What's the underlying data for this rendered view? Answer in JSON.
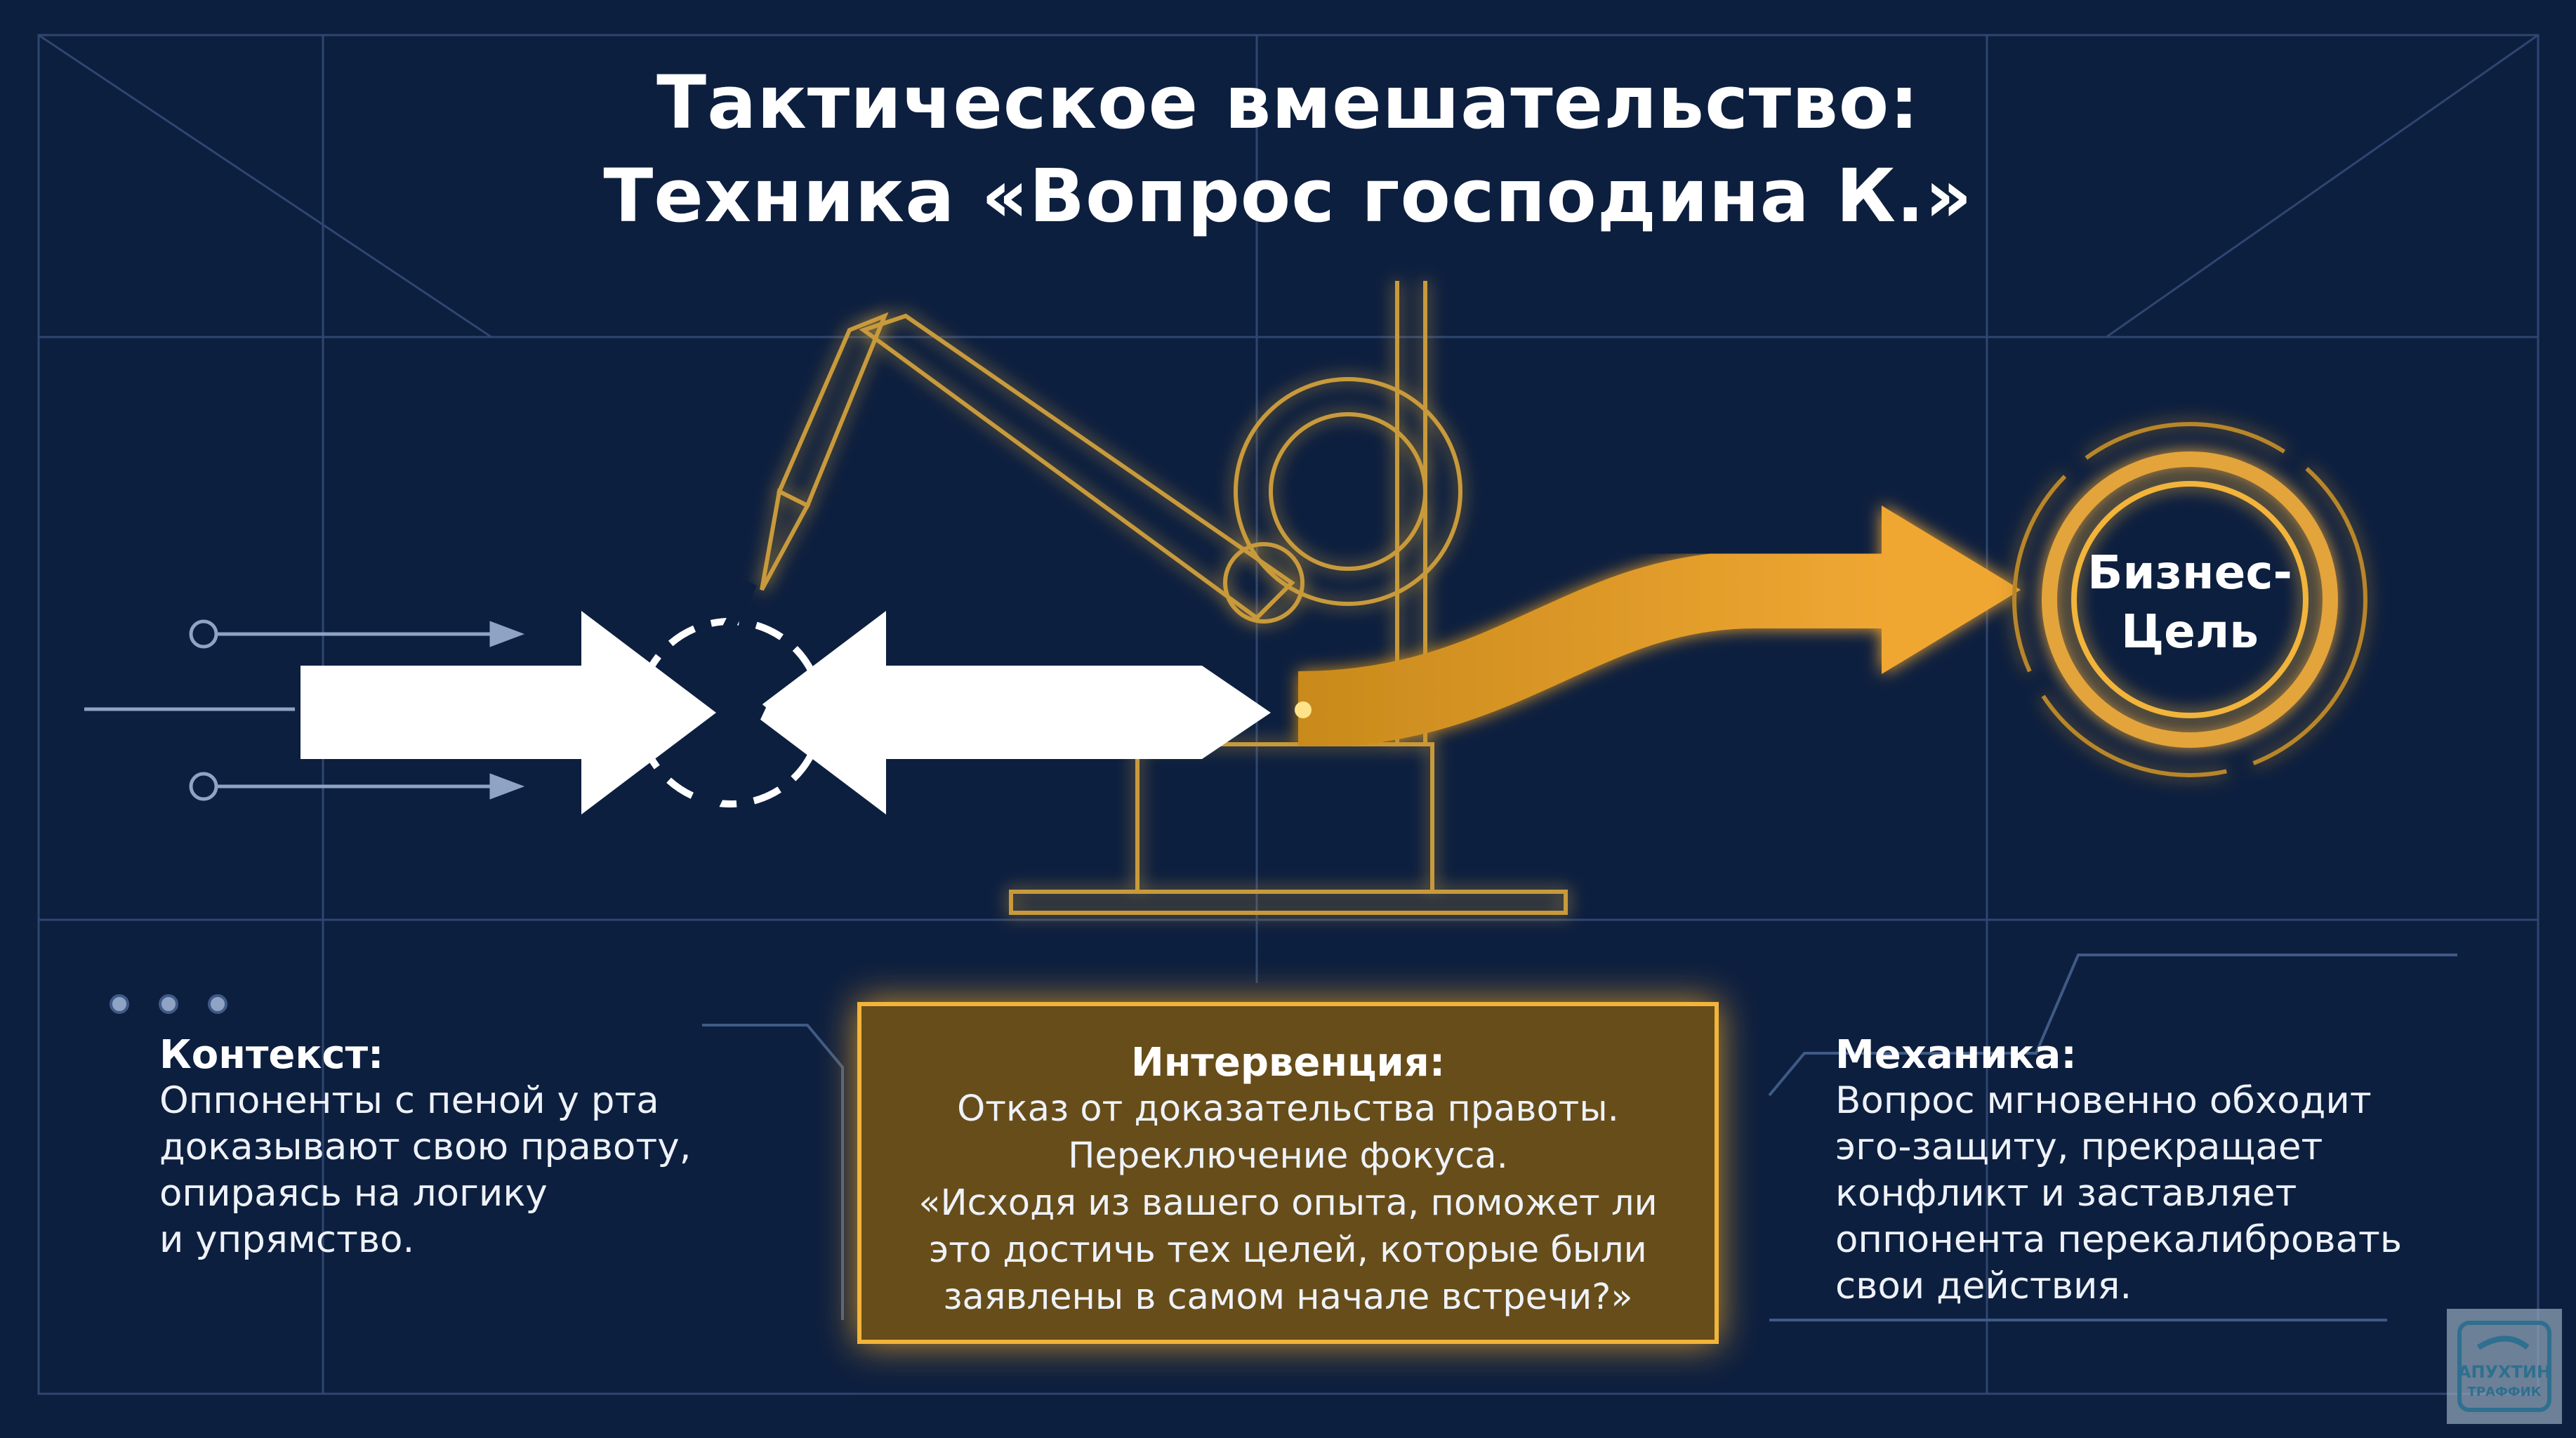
{
  "title": {
    "line1": "Тактическое вмешательство:",
    "line2": "Техника «Вопрос господина К.»"
  },
  "goal": {
    "line1": "Бизнес-",
    "line2": "Цель"
  },
  "context": {
    "heading": "Контекст:",
    "lines": [
      "Оппоненты с пеной у рта",
      "доказывают свою правоту,",
      "опираясь на логику",
      "и упрямство."
    ]
  },
  "intervention": {
    "heading": "Интервенция:",
    "lines": [
      "Отказ от доказательства правоты.",
      "Переключение фокуса.",
      "«Исходя из вашего опыта, поможет ли",
      "это достичь тех целей, которые были",
      "заявлены в самом начале встречи?»"
    ]
  },
  "mechanics": {
    "heading": "Механика:",
    "lines": [
      "Вопрос мгновенно обходит",
      "эго-защиту, прекращает",
      "конфликт и заставляет",
      "оппонента перекалибровать",
      "свои действия."
    ]
  },
  "logo": {
    "line1": "АПУХТИН",
    "line2": "ТРАФФИК"
  },
  "colors": {
    "background": "#0d1f3f",
    "accent": "#f2b43a",
    "grid": "#2e4670",
    "white": "#ffffff"
  }
}
